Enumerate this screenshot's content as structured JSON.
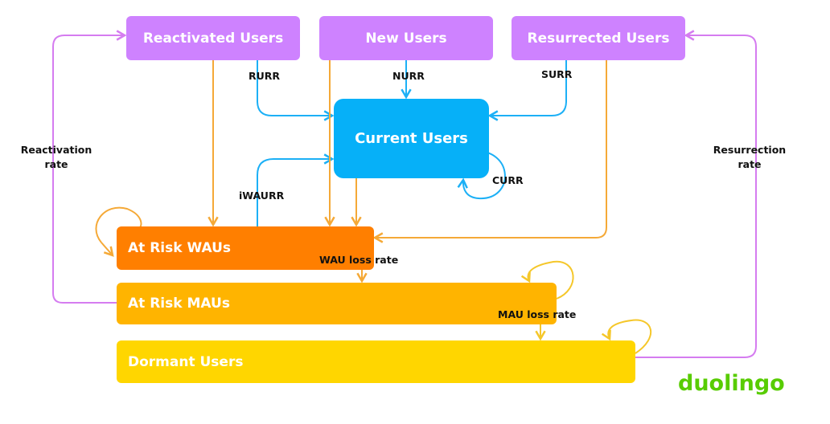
{
  "colors": {
    "pink": "#d57cf0",
    "blue": "#1cb0f6",
    "orange_line": "#f5a937",
    "loop_yellow": "#f5c72a",
    "reactivated": "#ce82ff",
    "current": "#06b0f8",
    "at_risk_waus": "#ff7f00",
    "at_risk_maus": "#ffb400",
    "dormant": "#ffd600",
    "logo": "#58cc02"
  },
  "nodes": {
    "reactivated": "Reactivated Users",
    "new_users": "New Users",
    "resurrected": "Resurrected Users",
    "current": "Current Users",
    "at_risk_waus": "At Risk WAUs",
    "at_risk_maus": "At Risk MAUs",
    "dormant": "Dormant Users"
  },
  "edge_labels": {
    "rurr": "RURR",
    "nurr": "NURR",
    "surr": "SURR",
    "curr": "CURR",
    "iwaurr": "iWAURR",
    "wau_loss": "WAU loss rate",
    "mau_loss": "MAU loss rate",
    "reactivation_line1": "Reactivation",
    "reactivation_line2": "rate",
    "resurrection_line1": "Resurrection",
    "resurrection_line2": "rate"
  },
  "logo": "duolingo"
}
